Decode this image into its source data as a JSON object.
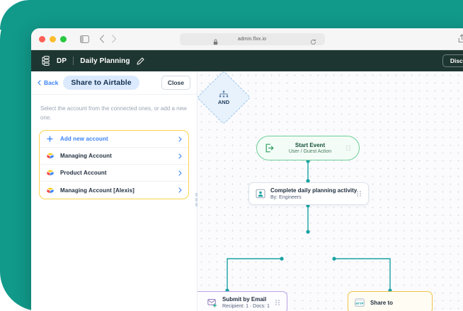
{
  "browser": {
    "address": "admin.flxx.io",
    "icons": {
      "sidebar_toggle": "sidebar-toggle-icon",
      "back": "nav-back-icon",
      "forward": "nav-forward-icon",
      "shield": "shield-icon",
      "lock": "lock-icon",
      "reload": "reload-icon",
      "share": "share-icon"
    }
  },
  "app_header": {
    "logo_icon": "workflow-logo-icon",
    "abbr": "DP",
    "title": "Daily Planning",
    "edit_icon": "pencil-icon",
    "discard_label": "Discard"
  },
  "panel": {
    "back_label": "Back",
    "title": "Share to Airtable",
    "close_label": "Close",
    "description": "Select the account from the connected ones,\nor add a new one.",
    "accounts": [
      {
        "label": "Add new account",
        "icon": "plus-icon",
        "type": "add"
      },
      {
        "label": "Managing Account",
        "icon": "airtable-icon",
        "type": "account"
      },
      {
        "label": "Product Account",
        "icon": "airtable-icon",
        "type": "account"
      },
      {
        "label": "Managing Account [Alexis]",
        "icon": "airtable-icon",
        "type": "account"
      }
    ],
    "resize_handle": "panel-resize-handle"
  },
  "canvas": {
    "nodes": {
      "start": {
        "title": "Start Event",
        "subtitle": "User / Guest Action",
        "icon": "start-event-icon",
        "accent": "#6fcf97"
      },
      "task": {
        "title": "Complete daily planning activity",
        "subtitle": "By: Engineers",
        "icon": "user-task-icon",
        "accent": "#dde3ec"
      },
      "gateway": {
        "label": "AND",
        "icon": "parallel-gateway-icon",
        "accent": "#9cc4e8"
      },
      "email": {
        "title": "Submit by Email",
        "subtitle": "Recipient: 1  ·  Docs: 1",
        "icon": "email-icon",
        "accent": "#b9a3e3"
      },
      "share": {
        "title": "Share to",
        "icon": "http-icon",
        "accent": "#f0c24b"
      }
    },
    "edge_color": "#17a2a2"
  }
}
